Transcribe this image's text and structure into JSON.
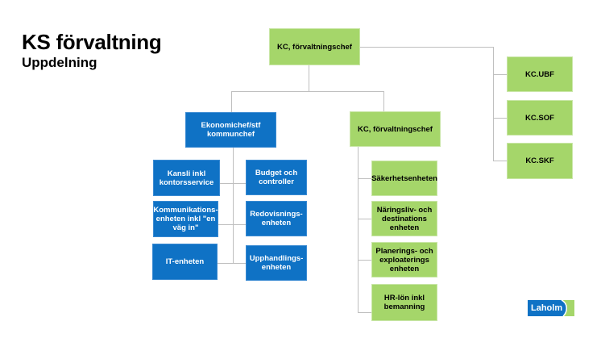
{
  "header": {
    "title": "KS förvaltning",
    "subtitle": "Uppdelning"
  },
  "org": {
    "top": "KC, förvaltningschef",
    "left_branch": {
      "head": "Ekonomichef/stf kommunchef",
      "units_left": [
        "Kansli inkl kontorsservice",
        "Kommunikations-enheten inkl \"en väg in\"",
        "IT-enheten"
      ],
      "units_right": [
        "Budget och controller",
        "Redovisnings-enheten",
        "Upphandlings-enheten"
      ]
    },
    "right_branch": {
      "head": "KC, förvaltningschef",
      "units": [
        "Säkerhetsenheten",
        "Näringsliv- och destinations enheten",
        "Planerings- och exploaterings enheten",
        "HR-lön inkl bemanning"
      ]
    },
    "side_units": [
      "KC.UBF",
      "KC.SOF",
      "KC.SKF"
    ]
  },
  "logo": {
    "text": "Laholm",
    "blue": "#0f72c5",
    "green": "#a5d66a"
  },
  "colors": {
    "green": "#a5d66a",
    "blue": "#0f72c5",
    "connector": "#bfbfbf"
  }
}
